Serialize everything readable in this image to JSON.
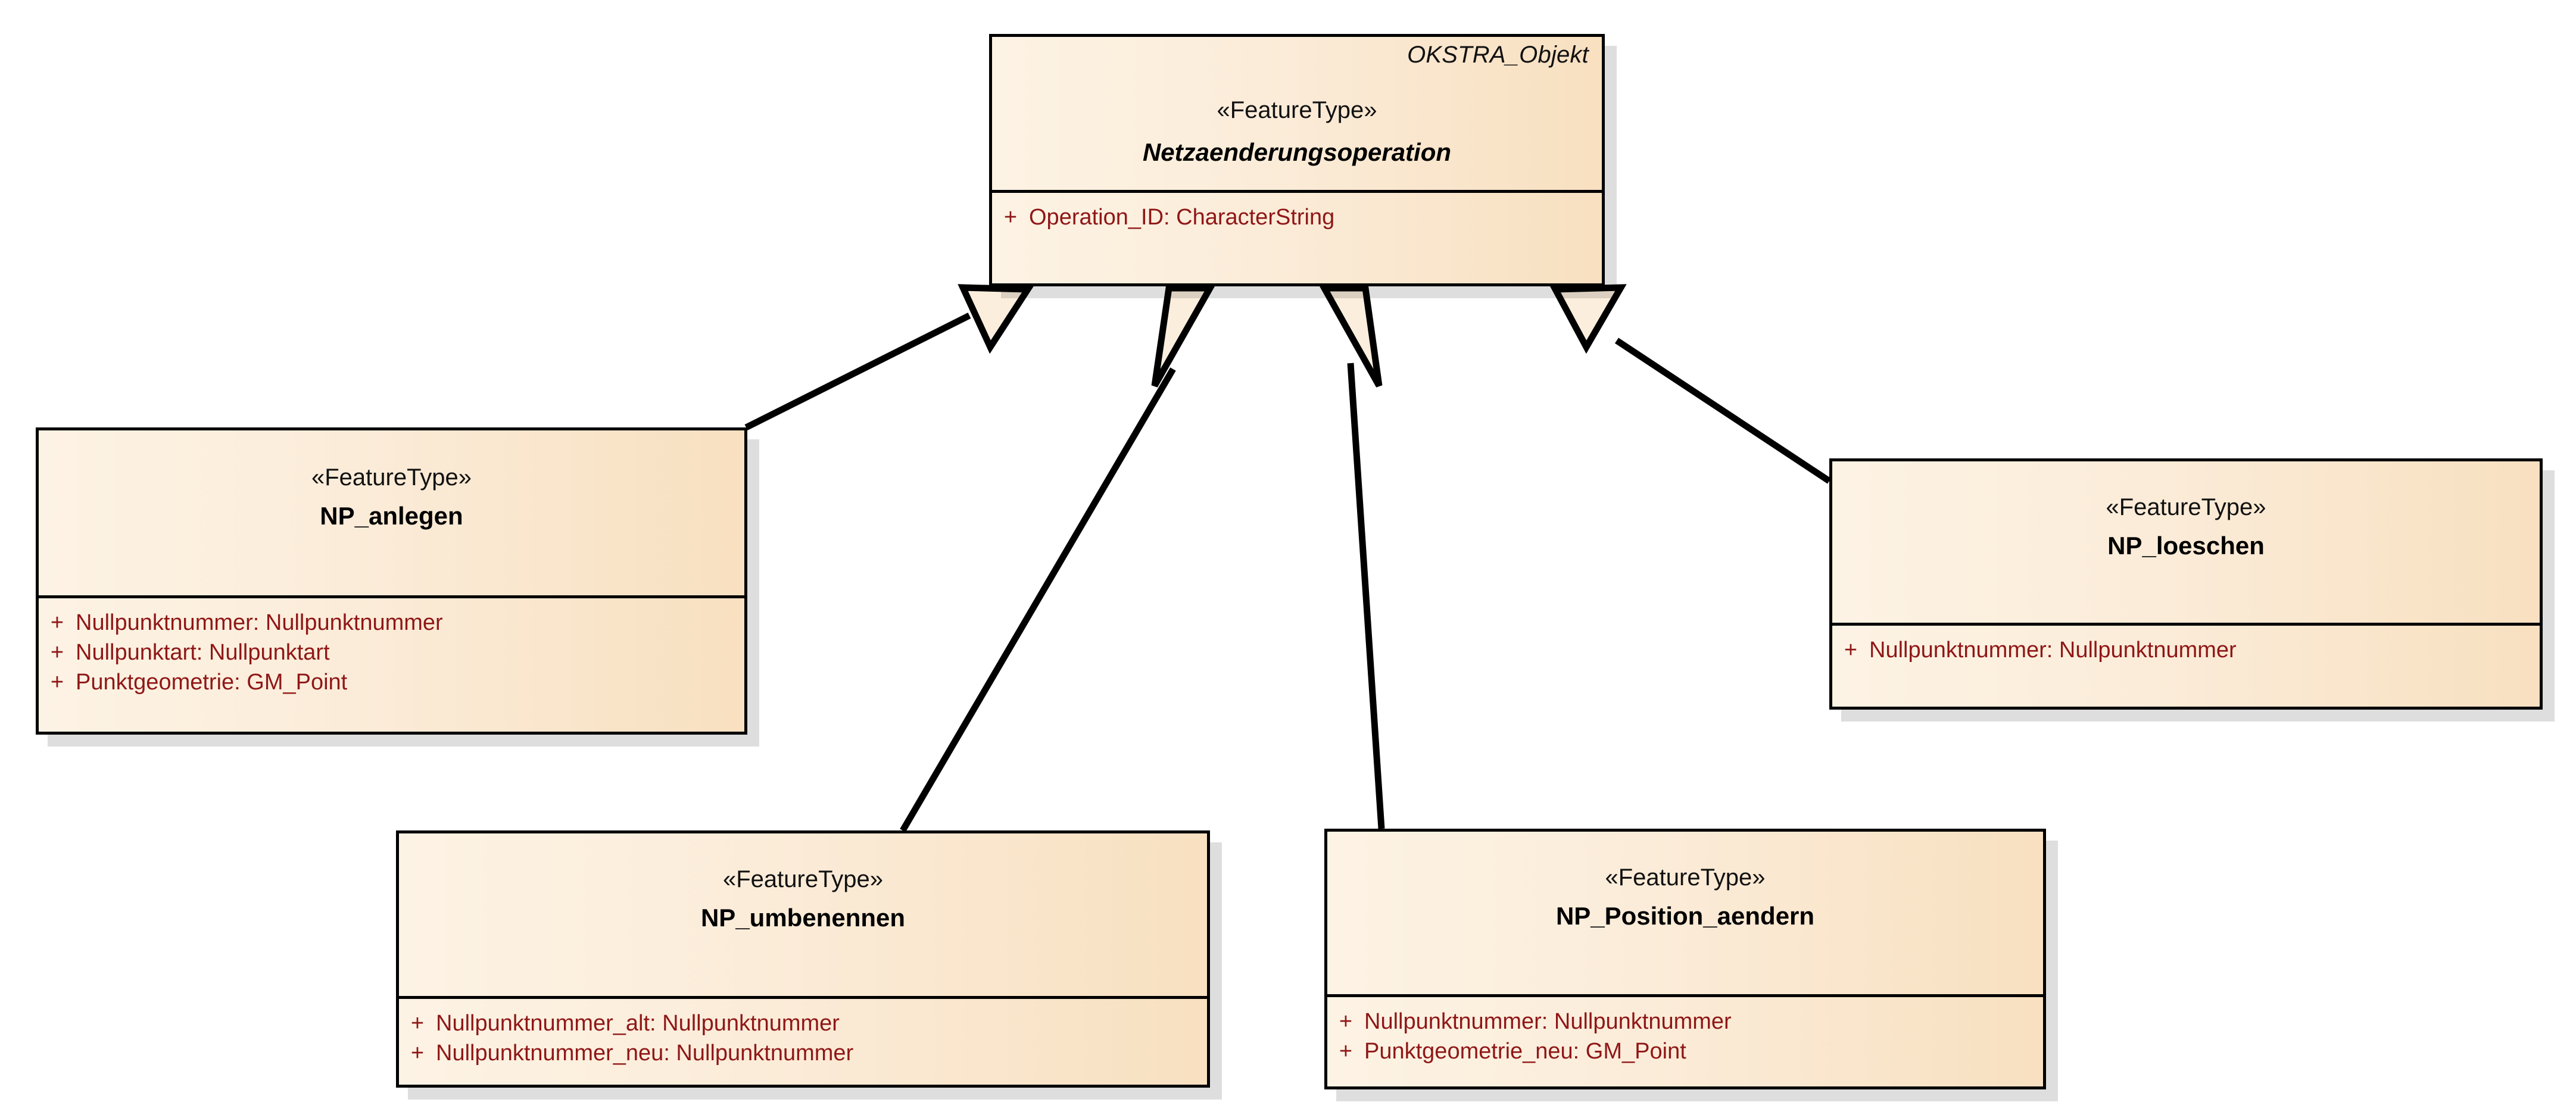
{
  "diagram": {
    "type": "uml-class-diagram",
    "relationship": "generalization",
    "background_color": "#ffffff",
    "class_fill_from": "#fdf3e4",
    "class_fill_to": "#f8e0c0",
    "border_color": "#000000",
    "attribute_color": "#8f1717"
  },
  "classes": {
    "parent": {
      "package_tag": "OKSTRA_Objekt",
      "stereotype": "«FeatureType»",
      "name": "Netzaenderungsoperation",
      "abstract": true,
      "attributes": [
        {
          "visibility": "+",
          "signature": "Operation_ID: CharacterString"
        }
      ]
    },
    "anlegen": {
      "stereotype": "«FeatureType»",
      "name": "NP_anlegen",
      "abstract": false,
      "attributes": [
        {
          "visibility": "+",
          "signature": "Nullpunktnummer: Nullpunktnummer"
        },
        {
          "visibility": "+",
          "signature": "Nullpunktart: Nullpunktart"
        },
        {
          "visibility": "+",
          "signature": "Punktgeometrie: GM_Point"
        }
      ]
    },
    "loeschen": {
      "stereotype": "«FeatureType»",
      "name": "NP_loeschen",
      "abstract": false,
      "attributes": [
        {
          "visibility": "+",
          "signature": "Nullpunktnummer: Nullpunktnummer"
        }
      ]
    },
    "umbenennen": {
      "stereotype": "«FeatureType»",
      "name": "NP_umbenennen",
      "abstract": false,
      "attributes": [
        {
          "visibility": "+",
          "signature": "Nullpunktnummer_alt: Nullpunktnummer"
        },
        {
          "visibility": "+",
          "signature": "Nullpunktnummer_neu: Nullpunktnummer"
        }
      ]
    },
    "position": {
      "stereotype": "«FeatureType»",
      "name": "NP_Position_aendern",
      "abstract": false,
      "attributes": [
        {
          "visibility": "+",
          "signature": "Nullpunktnummer: Nullpunktnummer"
        },
        {
          "visibility": "+",
          "signature": "Punktgeometrie_neu: GM_Point"
        }
      ]
    }
  },
  "generalizations": [
    {
      "from": "anlegen",
      "to": "parent"
    },
    {
      "from": "umbenennen",
      "to": "parent"
    },
    {
      "from": "position",
      "to": "parent"
    },
    {
      "from": "loeschen",
      "to": "parent"
    }
  ]
}
